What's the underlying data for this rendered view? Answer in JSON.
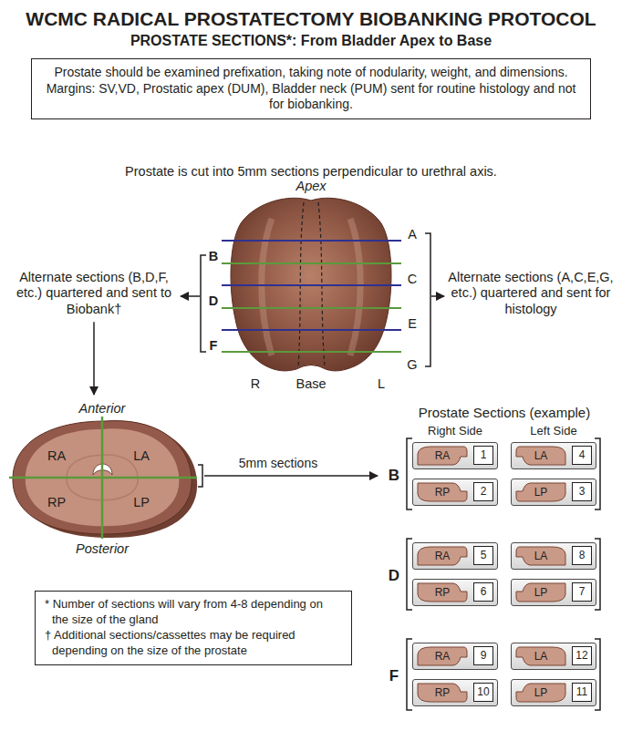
{
  "diagram": {
    "title": "WCMC RADICAL PROSTATECTOMY BIOBANKING PROTOCOL",
    "nodes": [
      {
        "text": [
          "Prostate should be examined prefixation, taking note of nodularity, weight, and dimensions.",
          "Margins: SV,VD, Prostatic apex (DUM), Bladder neck (PUM) sent for routine histology and not for biobanking."
        ]
      },
      {
        "text": [
          "RA"
        ]
      },
      {
        "text": [
          "1"
        ],
        "in": 1
      },
      {
        "text": [
          "LA"
        ]
      },
      {
        "text": [
          "4"
        ],
        "in": 3
      },
      {
        "text": [
          "RP"
        ]
      },
      {
        "text": [
          "2"
        ],
        "in": 5
      },
      {
        "text": [
          "LP"
        ]
      },
      {
        "text": [
          "3"
        ],
        "in": 7
      },
      {
        "text": [
          "RA"
        ]
      },
      {
        "text": [
          "5"
        ],
        "in": 9
      },
      {
        "text": [
          "LA"
        ]
      },
      {
        "text": [
          "8"
        ],
        "in": 11
      },
      {
        "text": [
          "RP"
        ]
      },
      {
        "text": [
          "6"
        ],
        "in": 13
      },
      {
        "text": [
          "LP"
        ]
      },
      {
        "text": [
          "7"
        ],
        "in": 15
      },
      {
        "text": [
          "RA"
        ]
      },
      {
        "text": [
          "9"
        ],
        "in": 17
      },
      {
        "text": [
          "LA"
        ]
      },
      {
        "text": [
          "12"
        ],
        "in": 19
      },
      {
        "text": [
          "RP"
        ]
      },
      {
        "text": [
          "10"
        ],
        "in": 21
      },
      {
        "text": [
          "LP"
        ]
      },
      {
        "text": [
          "11"
        ],
        "in": 23
      },
      {
        "text": [
          "* Number of sections will vary from 4-8 depending on the size of the gland",
          "† Additional sections/cassettes may be required depending on the size of the prostate"
        ]
      }
    ],
    "labels": [
      "PROSTATE SECTIONS*: From Bladder Apex to Base",
      "Prostate is cut into 5mm sections perpendicular to urethral axis.",
      "Apex",
      "A",
      "B",
      "C",
      "D",
      "E",
      "F",
      "G",
      "R",
      "Base",
      "L",
      "Alternate sections (B,D,F, etc.) quartered and sent to Biobank†",
      "Alternate sections (A,C,E,G, etc.) quartered and sent for histology",
      "Anterior",
      "RA",
      "LA",
      "RP",
      "LP",
      "Posterior",
      "5mm sections",
      "Prostate Sections (example)",
      "Right Side",
      "Left Side",
      "B",
      "D",
      "F"
    ]
  }
}
